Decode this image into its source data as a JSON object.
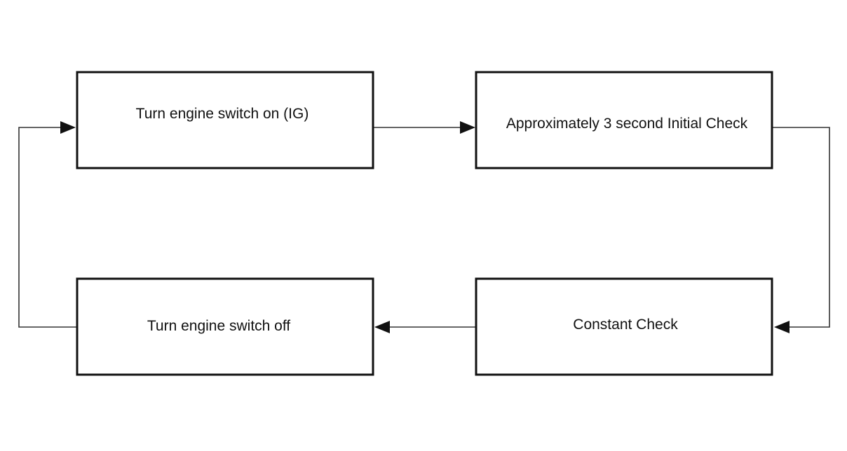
{
  "diagram": {
    "nodes": {
      "engine_on": "Turn engine switch on (IG)",
      "initial_check": "Approximately 3 second Initial Check",
      "constant_check": "Constant Check",
      "engine_off": "Turn engine switch off"
    },
    "edges": [
      {
        "from": "engine_on",
        "to": "initial_check"
      },
      {
        "from": "initial_check",
        "to": "constant_check"
      },
      {
        "from": "constant_check",
        "to": "engine_off"
      },
      {
        "from": "engine_off",
        "to": "engine_on"
      }
    ]
  }
}
